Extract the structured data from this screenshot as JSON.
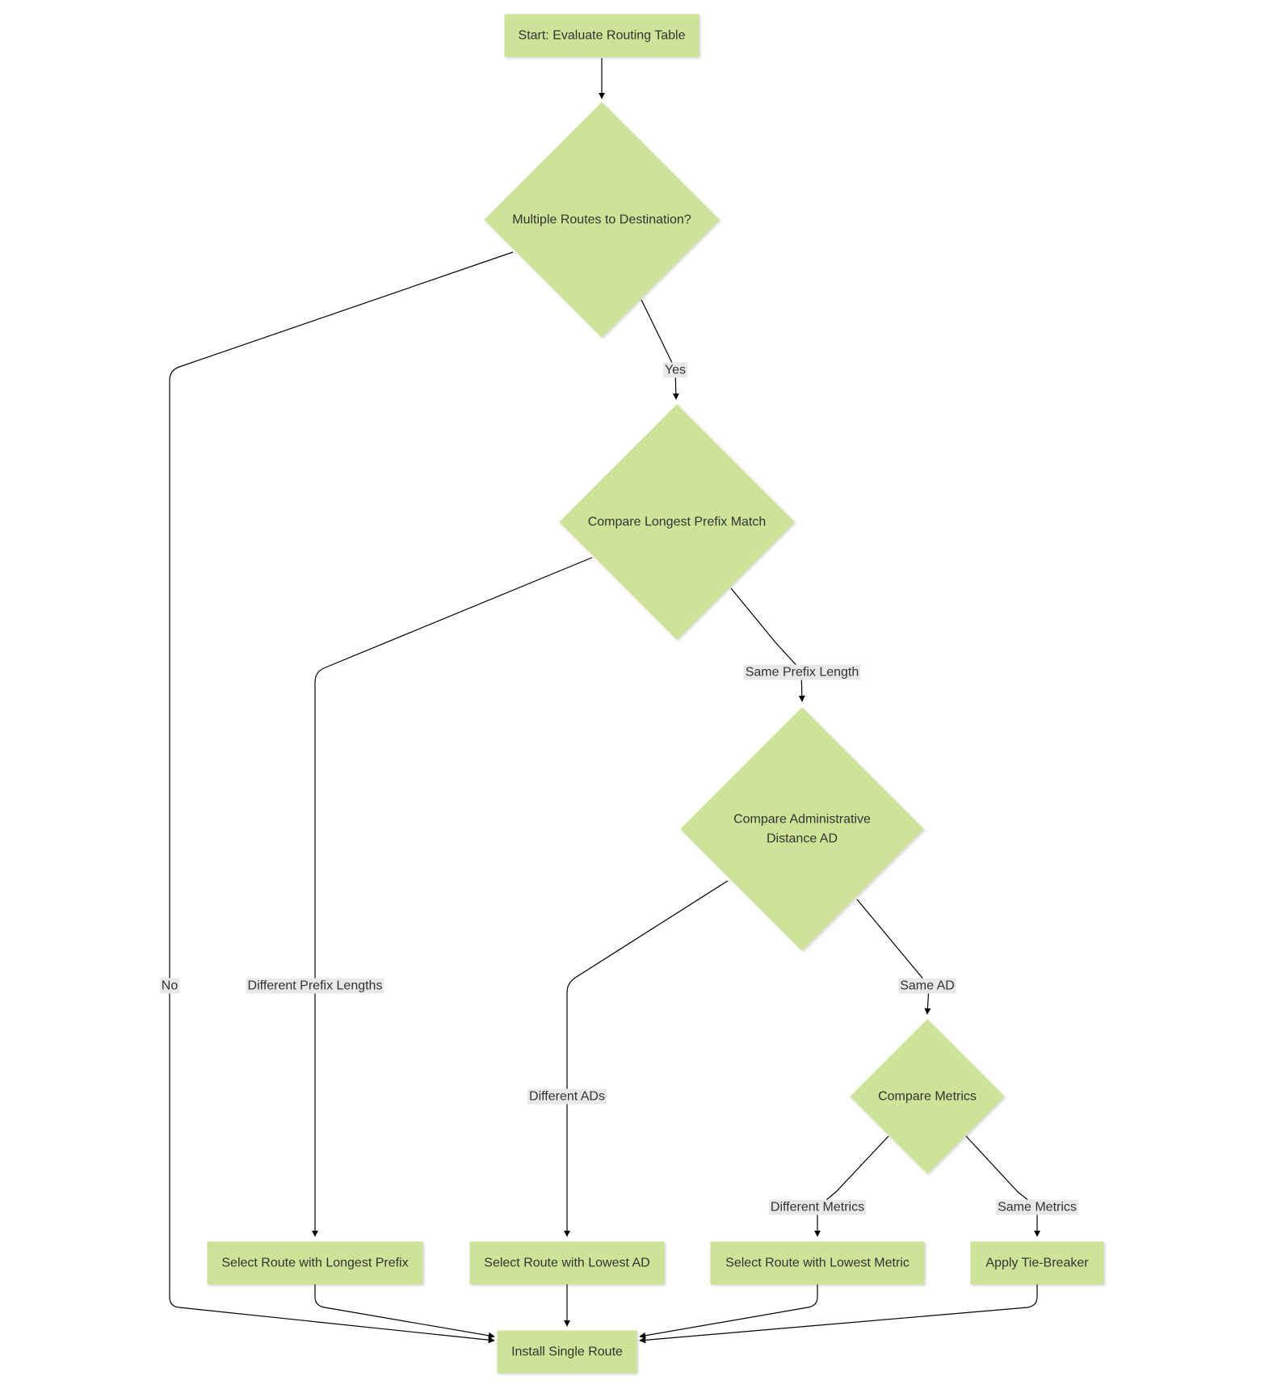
{
  "colors": {
    "node_fill": "#cde498",
    "node_stroke": "#cde498",
    "edge": "#000000",
    "label_bg": "#e8e8e8",
    "text": "#333333"
  },
  "nodes": [
    {
      "id": "start",
      "shape": "rect",
      "lines": [
        "Start: Evaluate Routing Table"
      ]
    },
    {
      "id": "multiple",
      "shape": "diamond",
      "lines": [
        "Multiple Routes to Destination?"
      ]
    },
    {
      "id": "prefix",
      "shape": "diamond",
      "lines": [
        "Compare Longest Prefix Match"
      ]
    },
    {
      "id": "ad",
      "shape": "diamond",
      "lines": [
        "Compare Administrative",
        "Distance AD"
      ]
    },
    {
      "id": "metrics",
      "shape": "diamond",
      "lines": [
        "Compare Metrics"
      ]
    },
    {
      "id": "sel_prefix",
      "shape": "rect",
      "lines": [
        "Select Route with Longest Prefix"
      ]
    },
    {
      "id": "sel_ad",
      "shape": "rect",
      "lines": [
        "Select Route with Lowest AD"
      ]
    },
    {
      "id": "sel_metric",
      "shape": "rect",
      "lines": [
        "Select Route with Lowest Metric"
      ]
    },
    {
      "id": "tie",
      "shape": "rect",
      "lines": [
        "Apply Tie-Breaker"
      ]
    },
    {
      "id": "install",
      "shape": "rect",
      "lines": [
        "Install Single Route"
      ]
    }
  ],
  "edges": [
    {
      "id": "e1",
      "from": "start",
      "to": "multiple",
      "label": ""
    },
    {
      "id": "e2",
      "from": "multiple",
      "to": "prefix",
      "label": "Yes"
    },
    {
      "id": "e3",
      "from": "multiple",
      "to": "install",
      "label": "No"
    },
    {
      "id": "e4",
      "from": "prefix",
      "to": "sel_prefix",
      "label": "Different Prefix Lengths"
    },
    {
      "id": "e5",
      "from": "prefix",
      "to": "ad",
      "label": "Same Prefix Length"
    },
    {
      "id": "e6",
      "from": "ad",
      "to": "sel_ad",
      "label": "Different ADs"
    },
    {
      "id": "e7",
      "from": "ad",
      "to": "metrics",
      "label": "Same AD"
    },
    {
      "id": "e8",
      "from": "metrics",
      "to": "sel_metric",
      "label": "Different Metrics"
    },
    {
      "id": "e9",
      "from": "metrics",
      "to": "tie",
      "label": "Same Metrics"
    },
    {
      "id": "e10",
      "from": "sel_prefix",
      "to": "install",
      "label": ""
    },
    {
      "id": "e11",
      "from": "sel_ad",
      "to": "install",
      "label": ""
    },
    {
      "id": "e12",
      "from": "sel_metric",
      "to": "install",
      "label": ""
    },
    {
      "id": "e13",
      "from": "tie",
      "to": "install",
      "label": ""
    }
  ]
}
